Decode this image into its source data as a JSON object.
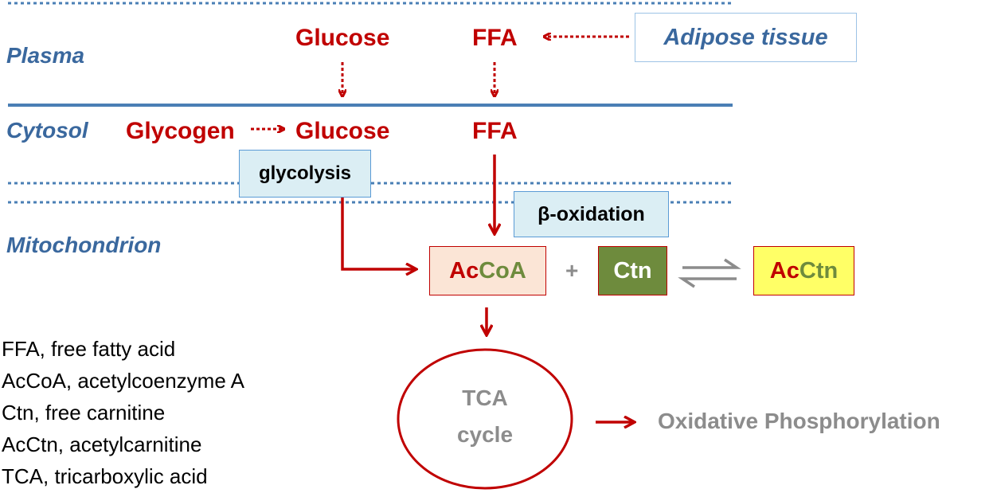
{
  "regions": {
    "plasma": "Plasma",
    "cytosol": "Cytosol",
    "mitochondrion": "Mitochondrion"
  },
  "nodes": {
    "plasma_glucose": "Glucose",
    "plasma_ffa": "FFA",
    "adipose_tissue": "Adipose tissue",
    "glycogen": "Glycogen",
    "cytosol_glucose": "Glucose",
    "cytosol_ffa": "FFA",
    "glycolysis": "glycolysis",
    "beta_oxidation": "β-oxidation",
    "accoa_prefix": "Ac",
    "accoa_suffix": "CoA",
    "plus": "+",
    "ctn": "Ctn",
    "acctn_prefix": "Ac",
    "acctn_suffix": "Ctn",
    "tca_line1": "TCA",
    "tca_line2": "cycle",
    "oxphos": "Oxidative Phosphorylation"
  },
  "legend": [
    "FFA, free fatty acid",
    "AcCoA, acetylcoenzyme A",
    "Ctn, free carnitine",
    "AcCtn, acetylcarnitine",
    "TCA, tricarboxylic acid"
  ],
  "colors": {
    "region_text": "#3a689e",
    "metabolite_red": "#c00000",
    "membrane_blue": "#4a7fb5",
    "process_box_fill": "#dbeef4",
    "ctn_green": "#6e8b3d",
    "acctn_fill": "#ffff66",
    "accoa_fill": "#fbe5d6",
    "gray": "#8c8c8c"
  }
}
